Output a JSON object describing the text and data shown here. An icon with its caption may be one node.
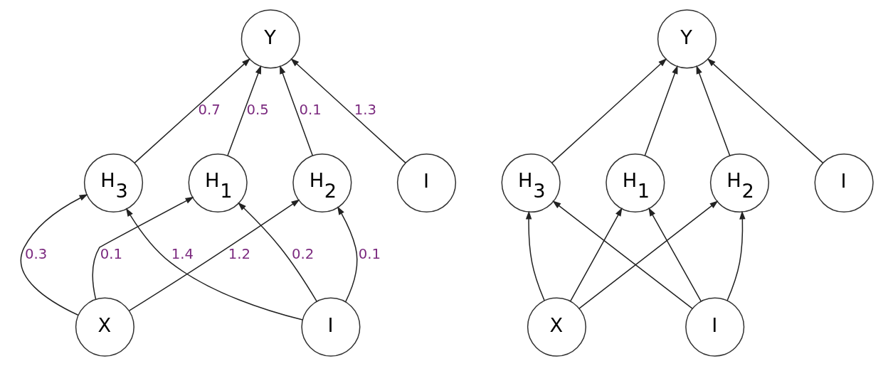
{
  "diagram": {
    "nodes": [
      {
        "text": [
          "Y"
        ]
      },
      {
        "text": [
          "H$_{1}$"
        ]
      },
      {
        "text": [
          "H$_{2}$"
        ]
      },
      {
        "text": [
          "H$_{3}$"
        ]
      },
      {
        "text": [
          "I"
        ]
      },
      {
        "text": [
          "X"
        ]
      },
      {
        "text": [
          "I"
        ]
      },
      {
        "text": [
          "Y"
        ]
      },
      {
        "text": [
          "H$_{1}$"
        ]
      },
      {
        "text": [
          "H$_{2}$"
        ]
      },
      {
        "text": [
          "H$_{3}$"
        ]
      },
      {
        "text": [
          "I"
        ]
      },
      {
        "text": [
          "X"
        ]
      },
      {
        "text": [
          "I"
        ]
      }
    ],
    "edges": [
      {
        "from": 1,
        "to": 0,
        "arrow": "to",
        "label": "0.5"
      },
      {
        "from": 2,
        "to": 0,
        "arrow": "to",
        "label": "0.1"
      },
      {
        "from": 3,
        "to": 0,
        "arrow": "to",
        "label": "0.7"
      },
      {
        "from": 4,
        "to": 0,
        "arrow": "to",
        "label": "1.3"
      },
      {
        "from": 5,
        "to": 1,
        "arrow": "to",
        "label": "0.1"
      },
      {
        "from": 6,
        "to": 1,
        "arrow": "to",
        "label": "0.2"
      },
      {
        "from": 5,
        "to": 2,
        "arrow": "to",
        "label": "1.2"
      },
      {
        "from": 6,
        "to": 2,
        "arrow": "to",
        "label": "0.1"
      },
      {
        "from": 5,
        "to": 3,
        "arrow": "to",
        "label": "0.3"
      },
      {
        "from": 6,
        "to": 3,
        "arrow": "to",
        "label": "1.4"
      },
      {
        "from": 8,
        "to": 7,
        "arrow": "to"
      },
      {
        "from": 9,
        "to": 7,
        "arrow": "to"
      },
      {
        "from": 10,
        "to": 7,
        "arrow": "to"
      },
      {
        "from": 11,
        "to": 7,
        "arrow": "to"
      },
      {
        "from": 12,
        "to": 8,
        "arrow": "to"
      },
      {
        "from": 13,
        "to": 8,
        "arrow": "to"
      },
      {
        "from": 12,
        "to": 9,
        "arrow": "to"
      },
      {
        "from": 13,
        "to": 9,
        "arrow": "to"
      },
      {
        "from": 12,
        "to": 10,
        "arrow": "to"
      },
      {
        "from": 13,
        "to": 10,
        "arrow": "to"
      }
    ]
  }
}
